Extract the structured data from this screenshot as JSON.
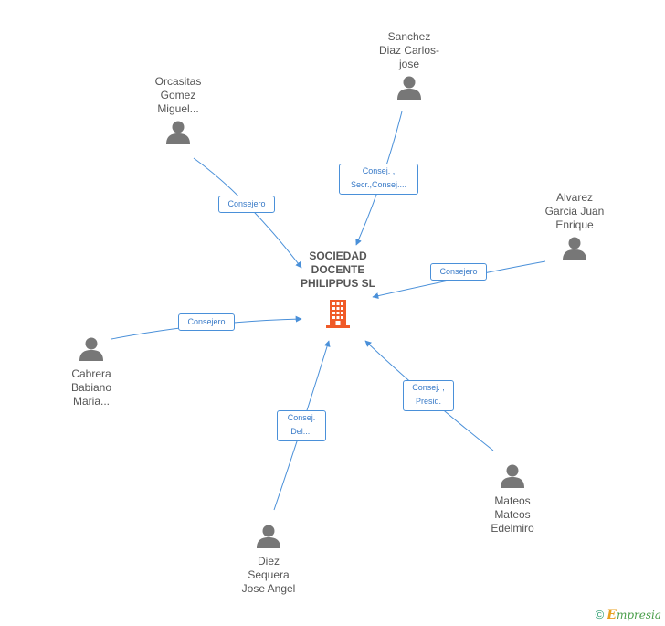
{
  "company": {
    "name": "SOCIEDAD\nDOCENTE\nPHILIPPUS SL",
    "icon": "building-icon",
    "color": "#f05a28"
  },
  "persons": [
    {
      "id": "orcasitas",
      "name": "Orcasitas\nGomez\nMiguel...",
      "icon": "person-icon"
    },
    {
      "id": "sanchez",
      "name": "Sanchez\nDiaz Carlos-\njose",
      "icon": "person-icon"
    },
    {
      "id": "alvarez",
      "name": "Alvarez\nGarcia Juan\nEnrique",
      "icon": "person-icon"
    },
    {
      "id": "cabrera",
      "name": "Cabrera\nBabiano\nMaria...",
      "icon": "person-icon"
    },
    {
      "id": "mateos",
      "name": "Mateos\nMateos\nEdelmiro",
      "icon": "person-icon"
    },
    {
      "id": "diez",
      "name": "Diez\nSequera\nJose Angel",
      "icon": "person-icon"
    }
  ],
  "roles": {
    "orcasitas": "Consejero",
    "sanchez": "Consej. ,\nSecr.,Consej....",
    "alvarez": "Consejero",
    "cabrera": "Consejero",
    "mateos": "Consej. ,\nPresid.",
    "diez": "Consej.\nDel...."
  },
  "colors": {
    "edge": "#4a90d9",
    "person": "#777777",
    "text": "#555555"
  },
  "footer": {
    "copyright": "©",
    "brand_initial": "E",
    "brand_rest": "mpresia"
  }
}
